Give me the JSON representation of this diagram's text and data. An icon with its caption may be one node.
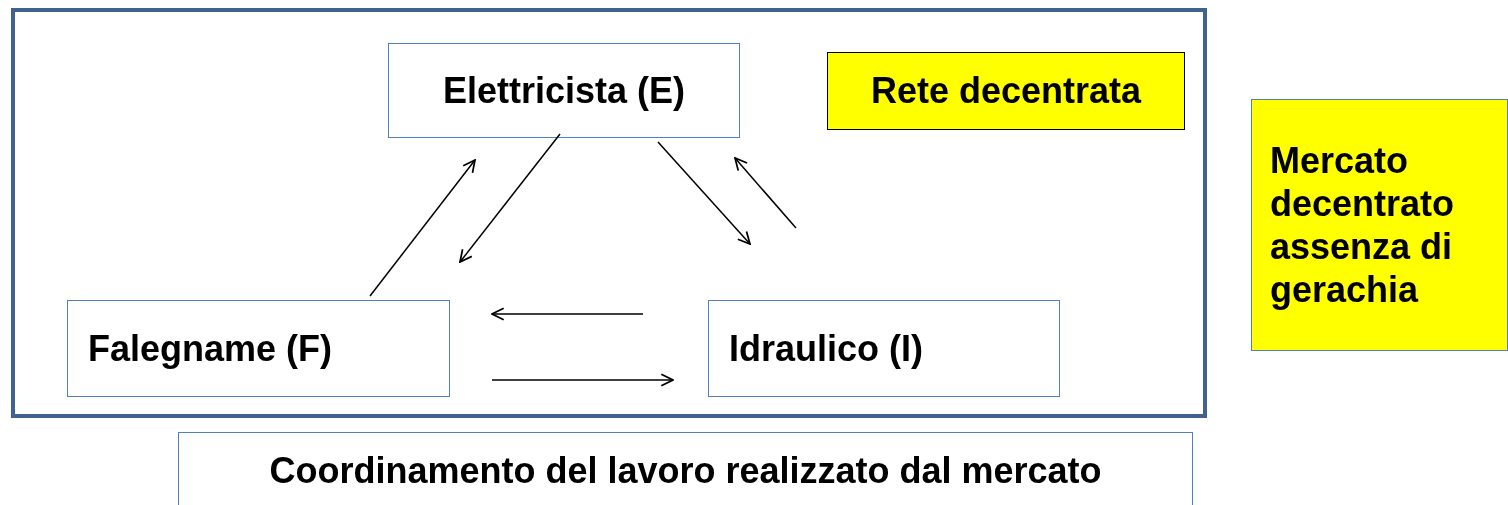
{
  "diagram": {
    "nodes": [
      {
        "text": [],
        "shape": "box"
      },
      {
        "text": [
          "Elettricista (E)"
        ],
        "in": 0
      },
      {
        "text": [
          "Rete decentrata"
        ],
        "in": 0
      },
      {
        "text": [
          "Falegname (F)"
        ],
        "in": 0
      },
      {
        "text": [
          "Idraulico (I)"
        ],
        "in": 0
      },
      {
        "text": [
          "Mercato decentrato assenza di gerachia"
        ]
      },
      {
        "text": [
          "Coordinamento del lavoro realizzato dal mercato"
        ]
      }
    ],
    "edges": [
      {
        "from": 3,
        "to": 1,
        "arrow": "to"
      },
      {
        "from": 1,
        "to": 3,
        "arrow": "to"
      },
      {
        "from": 1,
        "to": 4,
        "arrow": "to"
      },
      {
        "from": 4,
        "to": 1,
        "arrow": "to"
      },
      {
        "from": 4,
        "to": 3,
        "arrow": "to"
      },
      {
        "from": 3,
        "to": 4,
        "arrow": "to"
      }
    ]
  }
}
